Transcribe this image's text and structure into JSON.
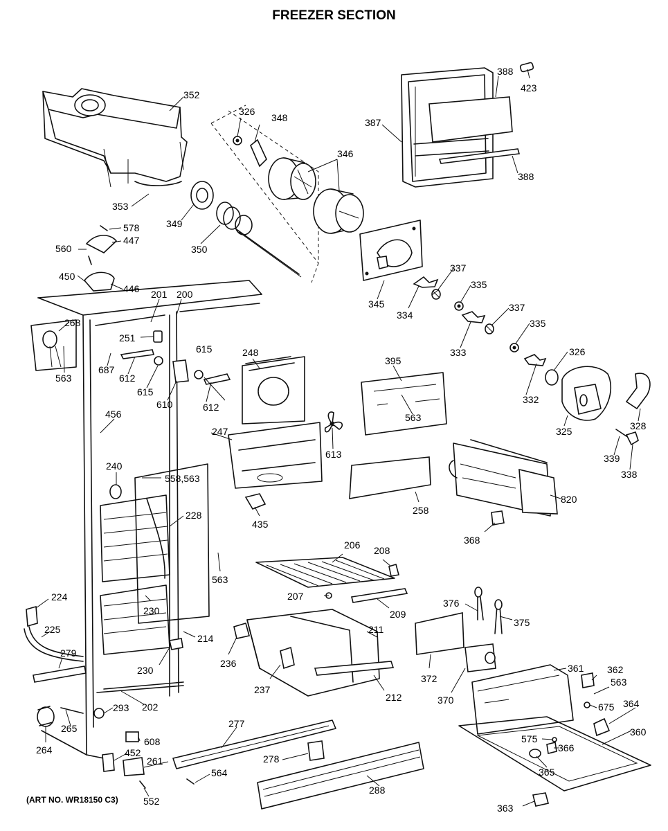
{
  "title": "FREEZER SECTION",
  "art_number": "(ART NO. WR18150 C3)",
  "callouts": [
    {
      "id": "c352",
      "text": "352"
    },
    {
      "id": "c326a",
      "text": "326"
    },
    {
      "id": "c348",
      "text": "348"
    },
    {
      "id": "c346",
      "text": "346"
    },
    {
      "id": "c387",
      "text": "387"
    },
    {
      "id": "c388a",
      "text": "388"
    },
    {
      "id": "c423",
      "text": "423"
    },
    {
      "id": "c388b",
      "text": "388"
    },
    {
      "id": "c353",
      "text": "353"
    },
    {
      "id": "c349",
      "text": "349"
    },
    {
      "id": "c350",
      "text": "350"
    },
    {
      "id": "c578",
      "text": "578"
    },
    {
      "id": "c447",
      "text": "447"
    },
    {
      "id": "c560",
      "text": "560"
    },
    {
      "id": "c450",
      "text": "450"
    },
    {
      "id": "c446",
      "text": "446"
    },
    {
      "id": "c345",
      "text": "345"
    },
    {
      "id": "c337a",
      "text": "337"
    },
    {
      "id": "c334",
      "text": "334"
    },
    {
      "id": "c335a",
      "text": "335"
    },
    {
      "id": "c337b",
      "text": "337"
    },
    {
      "id": "c333",
      "text": "333"
    },
    {
      "id": "c335b",
      "text": "335"
    },
    {
      "id": "c326b",
      "text": "326"
    },
    {
      "id": "c332",
      "text": "332"
    },
    {
      "id": "c325",
      "text": "325"
    },
    {
      "id": "c328",
      "text": "328"
    },
    {
      "id": "c339",
      "text": "339"
    },
    {
      "id": "c338",
      "text": "338"
    },
    {
      "id": "c201",
      "text": "201"
    },
    {
      "id": "c200",
      "text": "200"
    },
    {
      "id": "c268",
      "text": "268"
    },
    {
      "id": "c563a",
      "text": "563"
    },
    {
      "id": "c251",
      "text": "251"
    },
    {
      "id": "c687",
      "text": "687"
    },
    {
      "id": "c612a",
      "text": "612"
    },
    {
      "id": "c615a",
      "text": "615"
    },
    {
      "id": "c615b",
      "text": "615"
    },
    {
      "id": "c610",
      "text": "610"
    },
    {
      "id": "c612b",
      "text": "612"
    },
    {
      "id": "c248",
      "text": "248"
    },
    {
      "id": "c395",
      "text": "395"
    },
    {
      "id": "c563b",
      "text": "563"
    },
    {
      "id": "c456",
      "text": "456"
    },
    {
      "id": "c247",
      "text": "247"
    },
    {
      "id": "c613",
      "text": "613"
    },
    {
      "id": "c240",
      "text": "240"
    },
    {
      "id": "c558",
      "text": "558,563"
    },
    {
      "id": "c228",
      "text": "228"
    },
    {
      "id": "c258",
      "text": "258"
    },
    {
      "id": "c820",
      "text": "820"
    },
    {
      "id": "c435",
      "text": "435"
    },
    {
      "id": "c368",
      "text": "368"
    },
    {
      "id": "c563c",
      "text": "563"
    },
    {
      "id": "c206",
      "text": "206"
    },
    {
      "id": "c208",
      "text": "208"
    },
    {
      "id": "c224",
      "text": "224"
    },
    {
      "id": "c207",
      "text": "207"
    },
    {
      "id": "c209",
      "text": "209"
    },
    {
      "id": "c376",
      "text": "376"
    },
    {
      "id": "c375",
      "text": "375"
    },
    {
      "id": "c230a",
      "text": "230"
    },
    {
      "id": "c225",
      "text": "225"
    },
    {
      "id": "c214",
      "text": "214"
    },
    {
      "id": "c211",
      "text": "211"
    },
    {
      "id": "c279",
      "text": "279"
    },
    {
      "id": "c236",
      "text": "236"
    },
    {
      "id": "c230b",
      "text": "230"
    },
    {
      "id": "c372",
      "text": "372"
    },
    {
      "id": "c361",
      "text": "361"
    },
    {
      "id": "c362",
      "text": "362"
    },
    {
      "id": "c237",
      "text": "237"
    },
    {
      "id": "c212",
      "text": "212"
    },
    {
      "id": "c370",
      "text": "370"
    },
    {
      "id": "c563d",
      "text": "563"
    },
    {
      "id": "c202",
      "text": "202"
    },
    {
      "id": "c675",
      "text": "675"
    },
    {
      "id": "c364",
      "text": "364"
    },
    {
      "id": "c293",
      "text": "293"
    },
    {
      "id": "c265",
      "text": "265"
    },
    {
      "id": "c277",
      "text": "277"
    },
    {
      "id": "c360",
      "text": "360"
    },
    {
      "id": "c608",
      "text": "608"
    },
    {
      "id": "c264",
      "text": "264"
    },
    {
      "id": "c575",
      "text": "575"
    },
    {
      "id": "c366",
      "text": "366"
    },
    {
      "id": "c452",
      "text": "452"
    },
    {
      "id": "c278",
      "text": "278"
    },
    {
      "id": "c261",
      "text": "261"
    },
    {
      "id": "c564",
      "text": "564"
    },
    {
      "id": "c365",
      "text": "365"
    },
    {
      "id": "c288",
      "text": "288"
    },
    {
      "id": "c552",
      "text": "552"
    },
    {
      "id": "c363",
      "text": "363"
    }
  ]
}
